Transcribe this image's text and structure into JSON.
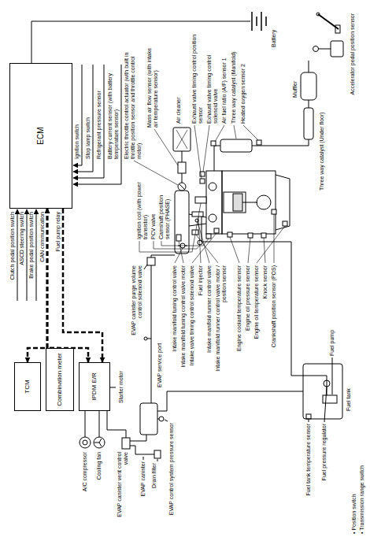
{
  "diagram": {
    "nodes": [
      {
        "text": [
          "ECM"
        ]
      },
      {
        "text": [
          "TCM"
        ]
      },
      {
        "text": [
          "Combination meter"
        ]
      },
      {
        "text": [
          "IPDM E/R"
        ]
      }
    ],
    "edges": [
      {
        "from": 0,
        "to": 1,
        "arrow": "both"
      },
      {
        "from": 0,
        "to": 2,
        "arrow": "both"
      },
      {
        "from": 0,
        "to": 3,
        "arrow": "both"
      },
      {
        "from": 0,
        "to": 3,
        "arrow": "to"
      }
    ],
    "labels": [
      "Ignition switch",
      "Stop lamp switch",
      "Refrigerant pressure sensor",
      "Battery current sensor (with battery temperature sensor)",
      "Battery",
      "Accelerator pedal position sensor",
      "Clutch pedal position switch",
      "ASCD steering switch",
      "Brake pedal position switch",
      "CAN communication",
      "Fuel pump relay",
      "Electric throttle control actuator (with built in throttle position sensor and throttle control motor)",
      "Mass air flow sensor (with intake air temperature sensor)",
      "Air cleaner",
      "Ignition coil (with power transistor)",
      "PCV valve",
      "Camshaft position sensor (PHASE)",
      "Exhaust valve timing control position sensor",
      "Exhaust valve timing control solenoid valve",
      "Air fuel ratio (A/F) sensor 1",
      "Three way catalyst (Manifold)",
      "Heated oxygen sensor 2",
      "Muffler",
      "Three way catalyst (Under floor)",
      "EVAP canister purge volume control solenoid valve",
      "EVAP service port",
      "Intake manifold tuning control valve",
      "Intake manifold tuning control valve motor",
      "Intake valve timing control solenoid valve",
      "Fuel injector",
      "Intake manifold runner control valve",
      "Intake manifold runner control valve motor / position sensor",
      "Engine coolant temperature sensor",
      "Engine oil pressure sensor",
      "Engine oil temperature sensor",
      "Knock sensor",
      "Crankshaft position sensor (POS)",
      "A/C compressor",
      "Cooling fan",
      "EVAP canister vent control valve",
      "Starter motor",
      "EVAP canister",
      "Drain filter",
      "EVAP control system pressure sensor",
      "Fuel tank temperature sensor",
      "Fuel pressure regulator",
      "Fuel tank",
      "Fuel pump",
      "• Position switch",
      "• Transmission range switch"
    ]
  }
}
